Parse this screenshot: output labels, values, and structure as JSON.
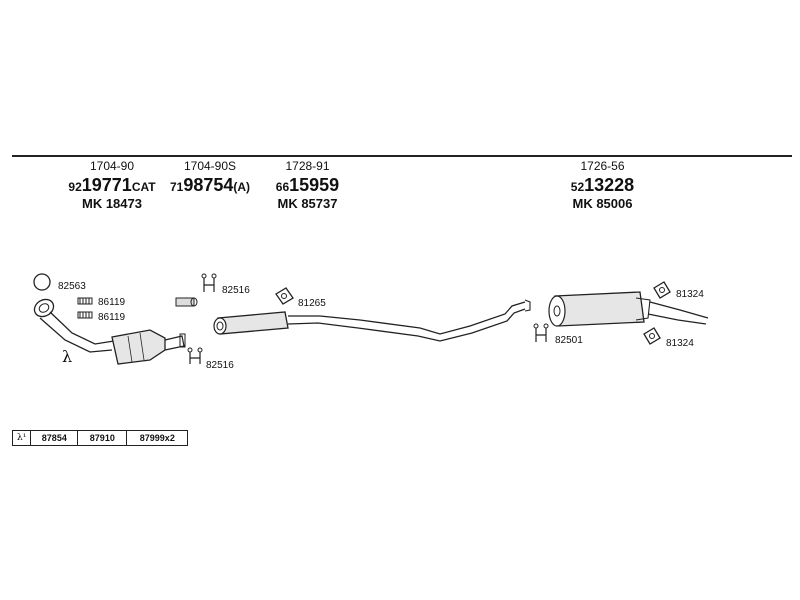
{
  "headers": [
    {
      "ref": "1704-90",
      "prefix": "92",
      "number": "19771",
      "suffix": "CAT",
      "mk": "MK 18473"
    },
    {
      "ref": "1704-90S",
      "prefix": "71",
      "number": "98754",
      "suffix": "(A)",
      "mk": ""
    },
    {
      "ref": "1728-91",
      "prefix": "66",
      "number": "15959",
      "suffix": "",
      "mk": "MK 85737"
    },
    {
      "ref": "1726-56",
      "prefix": "52",
      "number": "13228",
      "suffix": "",
      "mk": "MK 85006"
    }
  ],
  "part_labels": {
    "gasket_ring": "82563",
    "bolt_a": "86119",
    "bolt_b": "86119",
    "clamp_top": "82516",
    "clamp_bottom": "82516",
    "hanger_mid": "81265",
    "clamp_rear": "82501",
    "hanger_rear_top": "81324",
    "hanger_rear_bottom": "81324",
    "lambda_symbol": "λ"
  },
  "legend": {
    "symbol": "λ¹",
    "items": [
      "87854",
      "87910",
      "87999x2"
    ]
  }
}
